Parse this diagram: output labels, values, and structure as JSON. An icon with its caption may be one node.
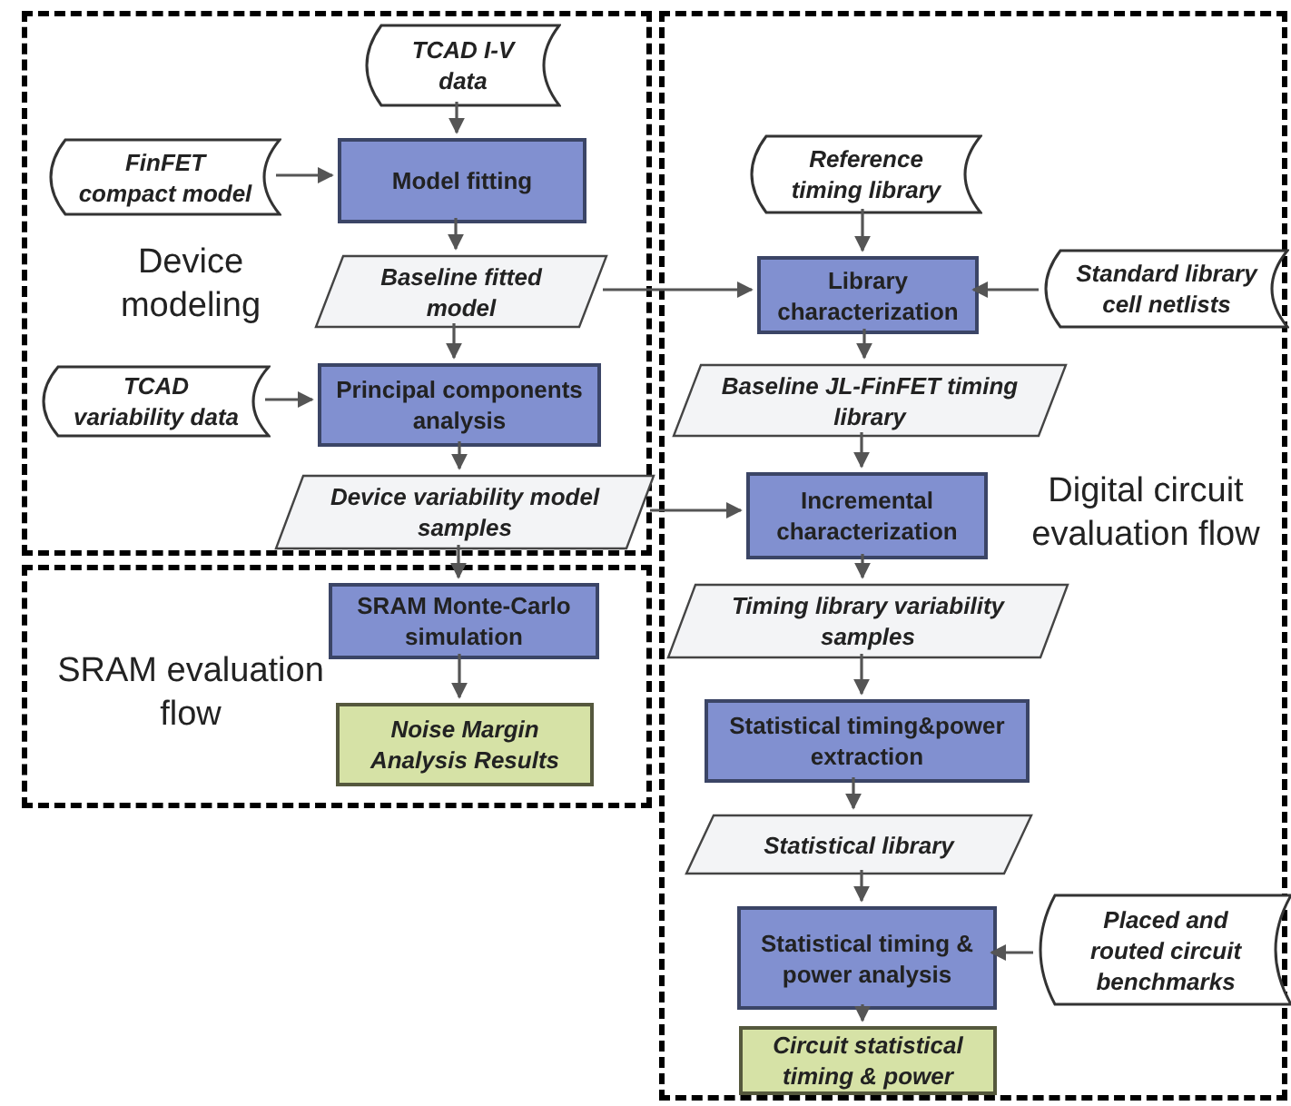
{
  "diagram": {
    "nodes": [
      {
        "text": [
          "Device modeling"
        ]
      },
      {
        "text": [
          "TCAD I-V data"
        ],
        "in": 0
      },
      {
        "text": [
          "FinFET compact model"
        ],
        "in": 0
      },
      {
        "text": [
          "Model fitting"
        ],
        "in": 0
      },
      {
        "text": [
          "Baseline fitted model"
        ],
        "in": 0
      },
      {
        "text": [
          "TCAD variability data"
        ],
        "in": 0
      },
      {
        "text": [
          "Principal components analysis"
        ],
        "in": 0
      },
      {
        "text": [
          "Device variability model samples"
        ],
        "in": 0
      },
      {
        "text": [
          "SRAM evaluation flow"
        ]
      },
      {
        "text": [
          "SRAM Monte-Carlo simulation"
        ],
        "in": 8
      },
      {
        "text": [
          "Noise Margin Analysis Results"
        ],
        "in": 8
      },
      {
        "text": [
          "Digital circuit evaluation flow"
        ]
      },
      {
        "text": [
          "Reference timing library"
        ],
        "in": 11
      },
      {
        "text": [
          "Library characterization"
        ],
        "in": 11
      },
      {
        "text": [
          "Standard library cell netlists"
        ],
        "in": 11
      },
      {
        "text": [
          "Baseline JL-FinFET timing library"
        ],
        "in": 11
      },
      {
        "text": [
          "Incremental characterization"
        ],
        "in": 11
      },
      {
        "text": [
          "Timing library variability samples"
        ],
        "in": 11
      },
      {
        "text": [
          "Statistical timing&power extraction"
        ],
        "in": 11
      },
      {
        "text": [
          "Statistical library"
        ],
        "in": 11
      },
      {
        "text": [
          "Statistical timing & power analysis"
        ],
        "in": 11
      },
      {
        "text": [
          "Placed and routed circuit benchmarks"
        ],
        "in": 11
      },
      {
        "text": [
          "Circuit statistical timing & power"
        ],
        "in": 11
      }
    ],
    "edges": [
      {
        "from": 1,
        "to": 3,
        "arrow": "to"
      },
      {
        "from": 2,
        "to": 3,
        "arrow": "to"
      },
      {
        "from": 3,
        "to": 4,
        "arrow": "to"
      },
      {
        "from": 4,
        "to": 6,
        "arrow": "to"
      },
      {
        "from": 5,
        "to": 6,
        "arrow": "to"
      },
      {
        "from": 6,
        "to": 7,
        "arrow": "to"
      },
      {
        "from": 7,
        "to": 9,
        "arrow": "to"
      },
      {
        "from": 9,
        "to": 10,
        "arrow": "to"
      },
      {
        "from": 4,
        "to": 13,
        "arrow": "to"
      },
      {
        "from": 12,
        "to": 13,
        "arrow": "to"
      },
      {
        "from": 14,
        "to": 13,
        "arrow": "to"
      },
      {
        "from": 13,
        "to": 15,
        "arrow": "to"
      },
      {
        "from": 15,
        "to": 16,
        "arrow": "to"
      },
      {
        "from": 7,
        "to": 16,
        "arrow": "to"
      },
      {
        "from": 16,
        "to": 17,
        "arrow": "to"
      },
      {
        "from": 17,
        "to": 18,
        "arrow": "to"
      },
      {
        "from": 18,
        "to": 19,
        "arrow": "to"
      },
      {
        "from": 19,
        "to": 20,
        "arrow": "to"
      },
      {
        "from": 21,
        "to": 20,
        "arrow": "to"
      },
      {
        "from": 20,
        "to": 22,
        "arrow": "to"
      }
    ]
  }
}
